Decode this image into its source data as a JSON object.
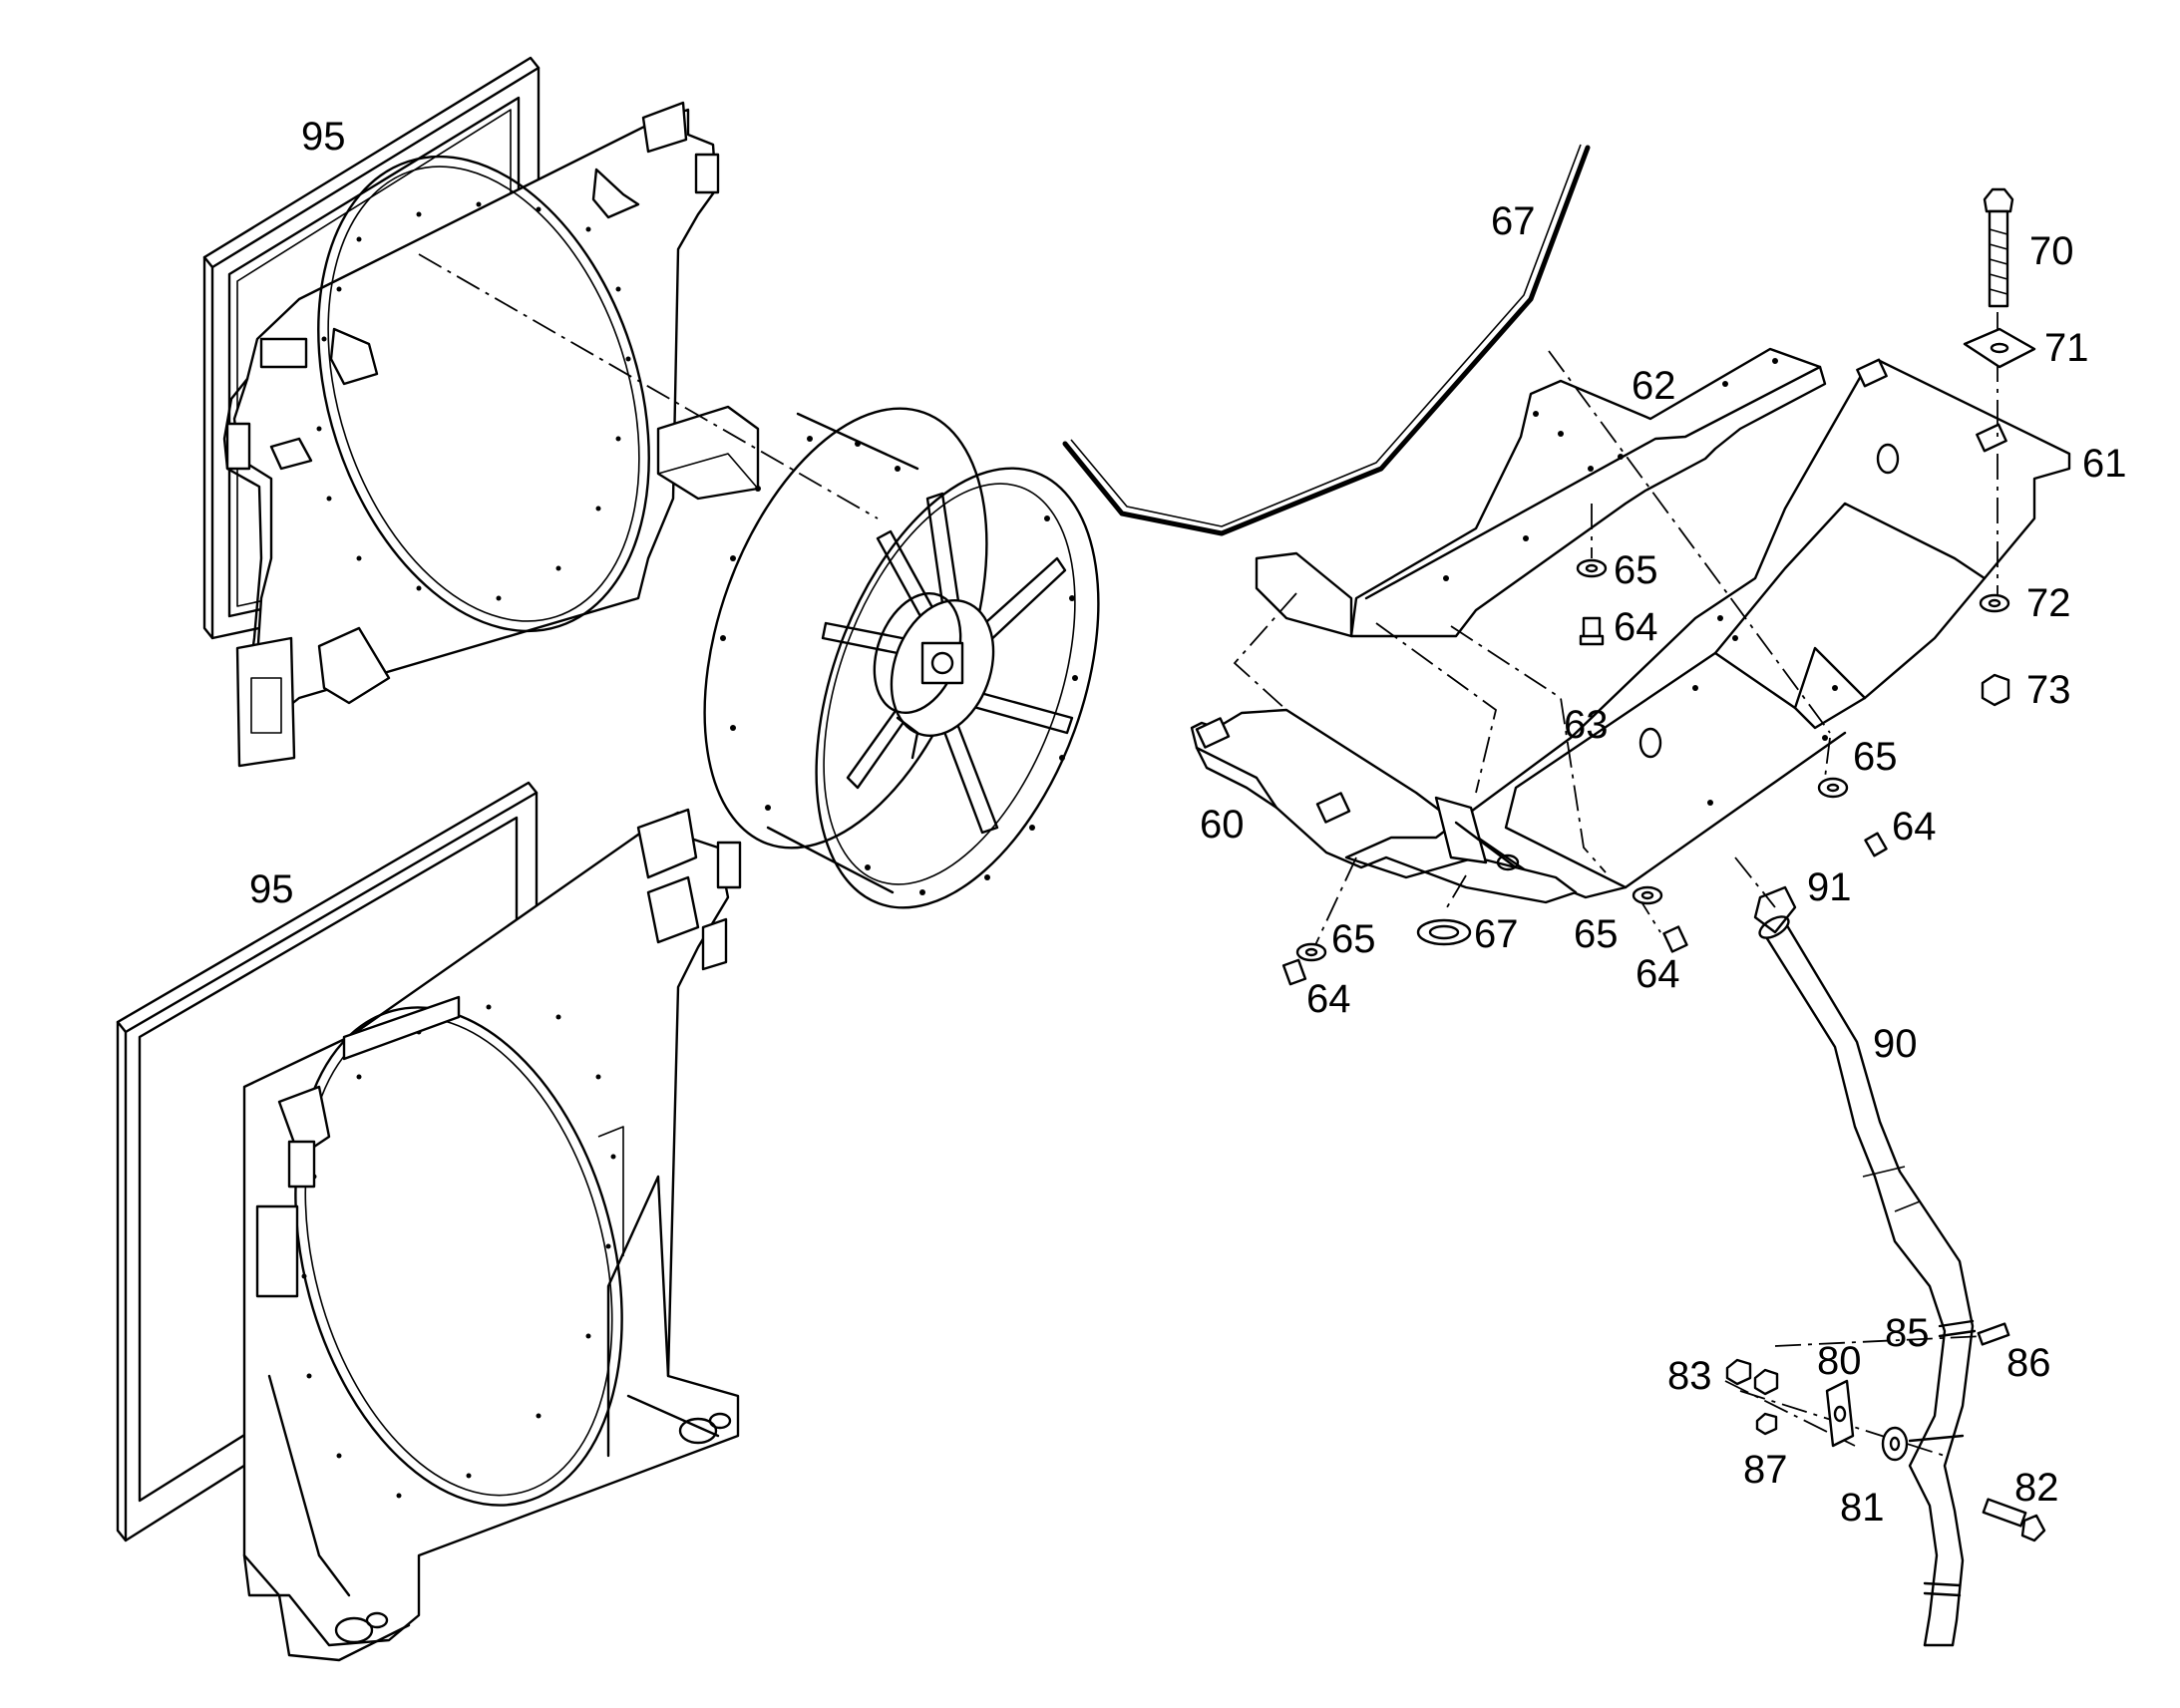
{
  "labels": {
    "l95a": "95",
    "l95b": "95",
    "l67a": "67",
    "l67b": "67",
    "l62": "62",
    "l70": "70",
    "l71": "71",
    "l61": "61",
    "l65a": "65",
    "l64a": "64",
    "l72": "72",
    "l73": "73",
    "l63": "63",
    "l65b": "65",
    "l64b": "64",
    "l60": "60",
    "l91": "91",
    "l65c": "65",
    "l64c": "64",
    "l65d": "65",
    "l64d": "64",
    "l90": "90",
    "l85": "85",
    "l86": "86",
    "l83": "83",
    "l80": "80",
    "l87": "87",
    "l81": "81",
    "l82": "82"
  }
}
